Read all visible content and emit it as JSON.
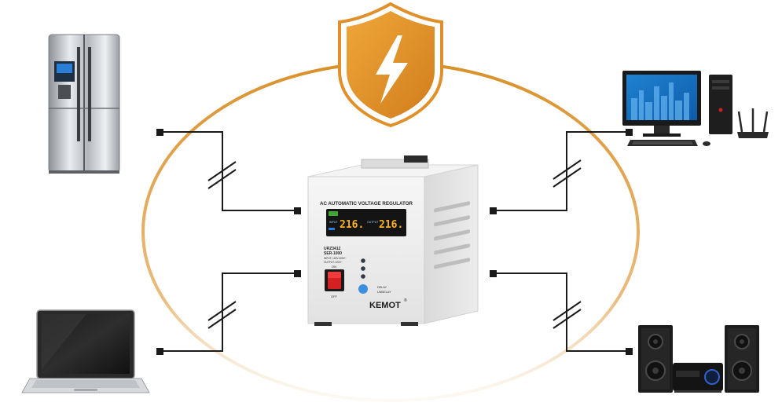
{
  "regulator": {
    "header": "AC AUTOMATIC VOLTAGE REGULATOR",
    "input_label": "INPUT",
    "output_label": "OUTPUT",
    "input_reading": "216.",
    "output_reading": "216.",
    "model_line1": "URZ3412",
    "model_line2": "SER-1000",
    "spec_line1": "INPUT: 140V-260V~",
    "spec_line2": "OUTPUT: 220V~",
    "switch_on": "ON",
    "switch_off": "OFF",
    "delay_label": "DELAY",
    "undelay_label": "UNDELAY",
    "brand": "KEMOT",
    "brand_mark": "®"
  },
  "colors": {
    "shield": "#e0902a",
    "ring": "#d9902a",
    "wire": "#1a1a1a",
    "regulator_body": "#eeeeee",
    "display_digits": "#ffb21e",
    "switch_red": "#d42020"
  },
  "devices": [
    "refrigerator",
    "laptop",
    "desktop-computer",
    "wifi-router",
    "stereo-system"
  ],
  "icons": [
    "lightning-shield-icon"
  ]
}
